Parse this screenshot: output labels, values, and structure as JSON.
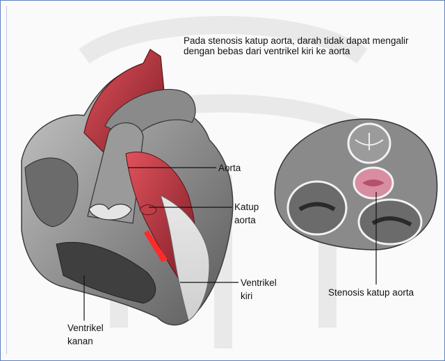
{
  "caption": "Pada stenosis katup aorta, darah tidak dapat mengalir dengan bebas dari ventrikel kiri ke aorta",
  "labels": {
    "aorta": "Aorta",
    "katup_aorta_line1": "Katup",
    "katup_aorta_line2": "aorta",
    "ventrikel_kiri_line1": "Ventrikel",
    "ventrikel_kiri_line2": "kiri",
    "ventrikel_kanan_line1": "Ventrikel",
    "ventrikel_kanan_line2": "kanan",
    "stenosis": "Stenosis katup aorta"
  },
  "colors": {
    "frame_border": "#5b7fc0",
    "heart_gray": "#7d7d7d",
    "heart_red": "#b0303a",
    "valve_pink": "#d98da0"
  }
}
